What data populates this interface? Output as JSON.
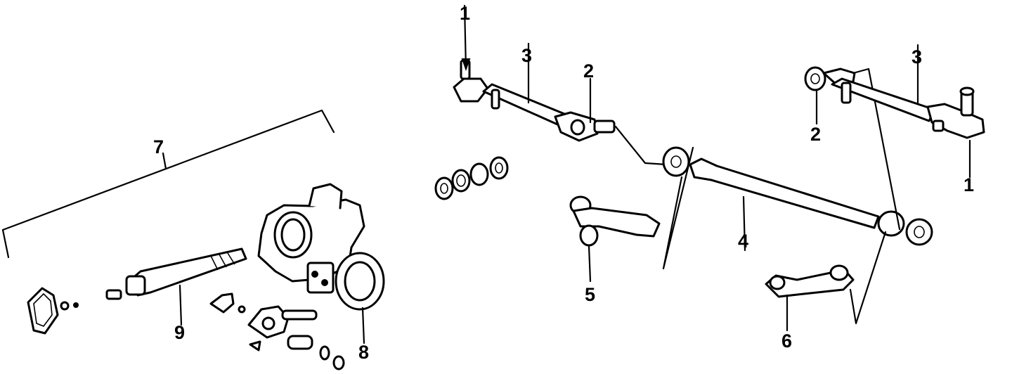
{
  "callouts": {
    "c1_left": "1",
    "c3_left": "3",
    "c2_left": "2",
    "c3_right": "3",
    "c2_right": "2",
    "c1_right": "1",
    "c4": "4",
    "c5": "5",
    "c6": "6",
    "c7": "7",
    "c8": "8",
    "c9": "9"
  },
  "parts": {
    "outer_tie_rod_end": "1",
    "inner_tie_rod_end": "2",
    "adjuster_sleeve": "3",
    "center_link": "4",
    "pitman_arm": "5",
    "idler_arm": "6",
    "steering_gear_assembly": "7",
    "gear_housing": "8",
    "sector_shaft": "9"
  }
}
